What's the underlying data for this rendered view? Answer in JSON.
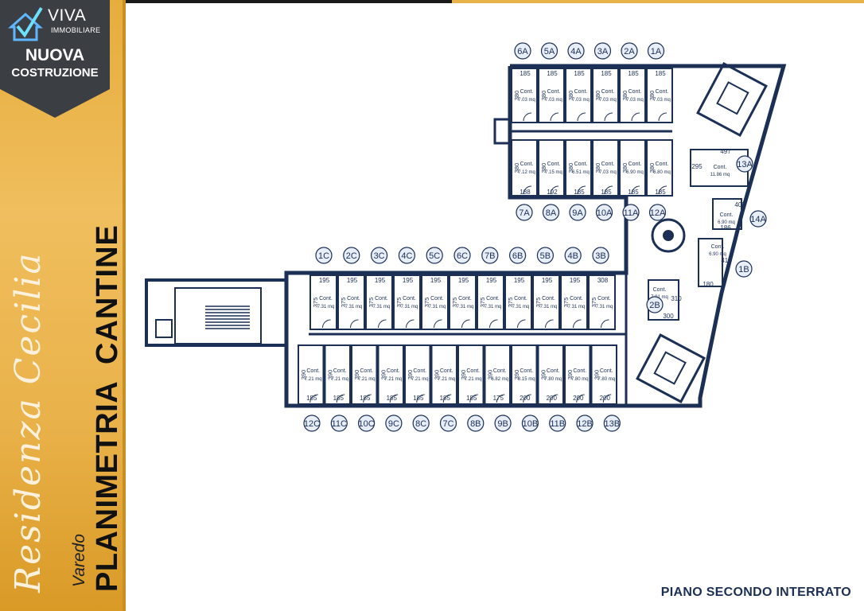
{
  "brand": {
    "logo_text": "VIVA",
    "logo_sub": "IMMOBILIARE",
    "badge_line1": "NUOVA",
    "badge_line2": "COSTRUZIONE"
  },
  "project": {
    "name": "Residenza Cecilia",
    "city": "Varedo",
    "title_1": "PLANIMETRIA",
    "title_2": "CANTINE"
  },
  "level": "PIANO SECONDO INTERRATO",
  "colors": {
    "sidebar": "#e9b149",
    "walls": "#1c2f55",
    "label_circle": "#1c2f55",
    "level_text": "#1c2f55"
  },
  "room_word": "Cont.",
  "area_unit": "mq",
  "block_A": {
    "top_labels": [
      "6A",
      "5A",
      "4A",
      "3A",
      "2A",
      "1A"
    ],
    "top_widths": [
      "185",
      "185",
      "185",
      "185",
      "185",
      "185"
    ],
    "top_depths": [
      "380",
      "380",
      "380",
      "380",
      "380",
      "380"
    ],
    "top_areas": [
      "7.03",
      "7.03",
      "7.03",
      "7.03",
      "7.03",
      "7.03"
    ],
    "bottom_labels": [
      "7A",
      "8A",
      "9A",
      "10A",
      "11A",
      "12A"
    ],
    "bottom_widths": [
      "188",
      "192",
      "185",
      "185",
      "185",
      "185"
    ],
    "bottom_depths": [
      "380",
      "380",
      "380",
      "380",
      "380",
      "380"
    ],
    "bottom_areas": [
      "7.12",
      "7.15",
      "6.51",
      "7.03",
      "6.90",
      "6.80"
    ]
  },
  "block_C_top": {
    "labels": [
      "1C",
      "2C",
      "3C",
      "4C",
      "5C",
      "6C",
      "7B",
      "6B",
      "5B",
      "4B",
      "3B"
    ],
    "widths": [
      "195",
      "195",
      "195",
      "195",
      "195",
      "195",
      "195",
      "195",
      "195",
      "195",
      "308"
    ],
    "depths": [
      "375",
      "375",
      "375",
      "375",
      "375",
      "375",
      "375",
      "375",
      "375",
      "375",
      "375"
    ],
    "areas": [
      "7.31",
      "7.31",
      "7.31",
      "7.31",
      "7.31",
      "7.31",
      "7.31",
      "7.31",
      "7.31",
      "7.31",
      "7.31"
    ]
  },
  "block_C_bottom": {
    "labels": [
      "12C",
      "11C",
      "10C",
      "9C",
      "8C",
      "7C",
      "8B",
      "9B",
      "10B",
      "11B",
      "12B",
      "13B"
    ],
    "widths": [
      "185",
      "185",
      "185",
      "185",
      "185",
      "185",
      "185",
      "175",
      "200",
      "200",
      "200",
      "200"
    ],
    "depths": [
      "390",
      "390",
      "390",
      "390",
      "390",
      "390",
      "390",
      "390",
      "390",
      "390",
      "390",
      "390"
    ],
    "areas": [
      "7.21",
      "7.21",
      "7.21",
      "7.21",
      "7.21",
      "7.21",
      "7.21",
      "6.82",
      "8.15",
      "7.80",
      "7.80",
      "7.80"
    ]
  },
  "special_rooms": [
    {
      "label": "13A",
      "width": "497",
      "depth": "295",
      "area": "11.86"
    },
    {
      "label": "14A",
      "width": "186",
      "depth": "403",
      "area": "6.90"
    },
    {
      "label": "1B",
      "width": "180",
      "depth": "410",
      "area": "6.90"
    },
    {
      "label": "2B",
      "width": "300",
      "depth": "310",
      "area": "7.91"
    }
  ]
}
